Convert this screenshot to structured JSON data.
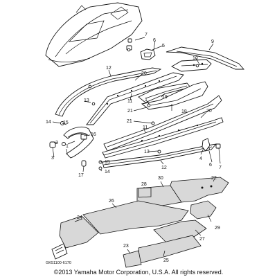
{
  "callouts": [
    {
      "id": "c7a",
      "label": "7"
    },
    {
      "id": "c6a",
      "label": "6"
    },
    {
      "id": "c5",
      "label": "5"
    },
    {
      "id": "c9",
      "label": "9"
    },
    {
      "id": "c10",
      "label": "10"
    },
    {
      "id": "c12a",
      "label": "12"
    },
    {
      "id": "c20a",
      "label": "20"
    },
    {
      "id": "c11a",
      "label": "11"
    },
    {
      "id": "c13a",
      "label": "13"
    },
    {
      "id": "c19",
      "label": "19"
    },
    {
      "id": "c1a",
      "label": "1"
    },
    {
      "id": "c21a",
      "label": "21"
    },
    {
      "id": "c18",
      "label": "18"
    },
    {
      "id": "c20b",
      "label": "20"
    },
    {
      "id": "c14a",
      "label": "14"
    },
    {
      "id": "c15a",
      "label": "15"
    },
    {
      "id": "c16",
      "label": "16"
    },
    {
      "id": "c21b",
      "label": "21"
    },
    {
      "id": "c11b",
      "label": "11"
    },
    {
      "id": "c2",
      "label": "2"
    },
    {
      "id": "c1b",
      "label": "1"
    },
    {
      "id": "c3",
      "label": "3"
    },
    {
      "id": "c13b",
      "label": "13"
    },
    {
      "id": "c4",
      "label": "4"
    },
    {
      "id": "c6b",
      "label": "6"
    },
    {
      "id": "c7b",
      "label": "7"
    },
    {
      "id": "c15b",
      "label": "15"
    },
    {
      "id": "c14b",
      "label": "14"
    },
    {
      "id": "c17",
      "label": "17"
    },
    {
      "id": "c12b",
      "label": "12"
    },
    {
      "id": "c30",
      "label": "30"
    },
    {
      "id": "c22",
      "label": "22"
    },
    {
      "id": "c28",
      "label": "28"
    },
    {
      "id": "c26",
      "label": "26"
    },
    {
      "id": "c24",
      "label": "24"
    },
    {
      "id": "c29",
      "label": "29"
    },
    {
      "id": "c27",
      "label": "27"
    },
    {
      "id": "c23",
      "label": "23"
    },
    {
      "id": "c25",
      "label": "25"
    }
  ],
  "drawing_code": "GK51100-6170",
  "copyright": "©2013 Yamaha Motor Corporation, U.S.A. All rights reserved."
}
